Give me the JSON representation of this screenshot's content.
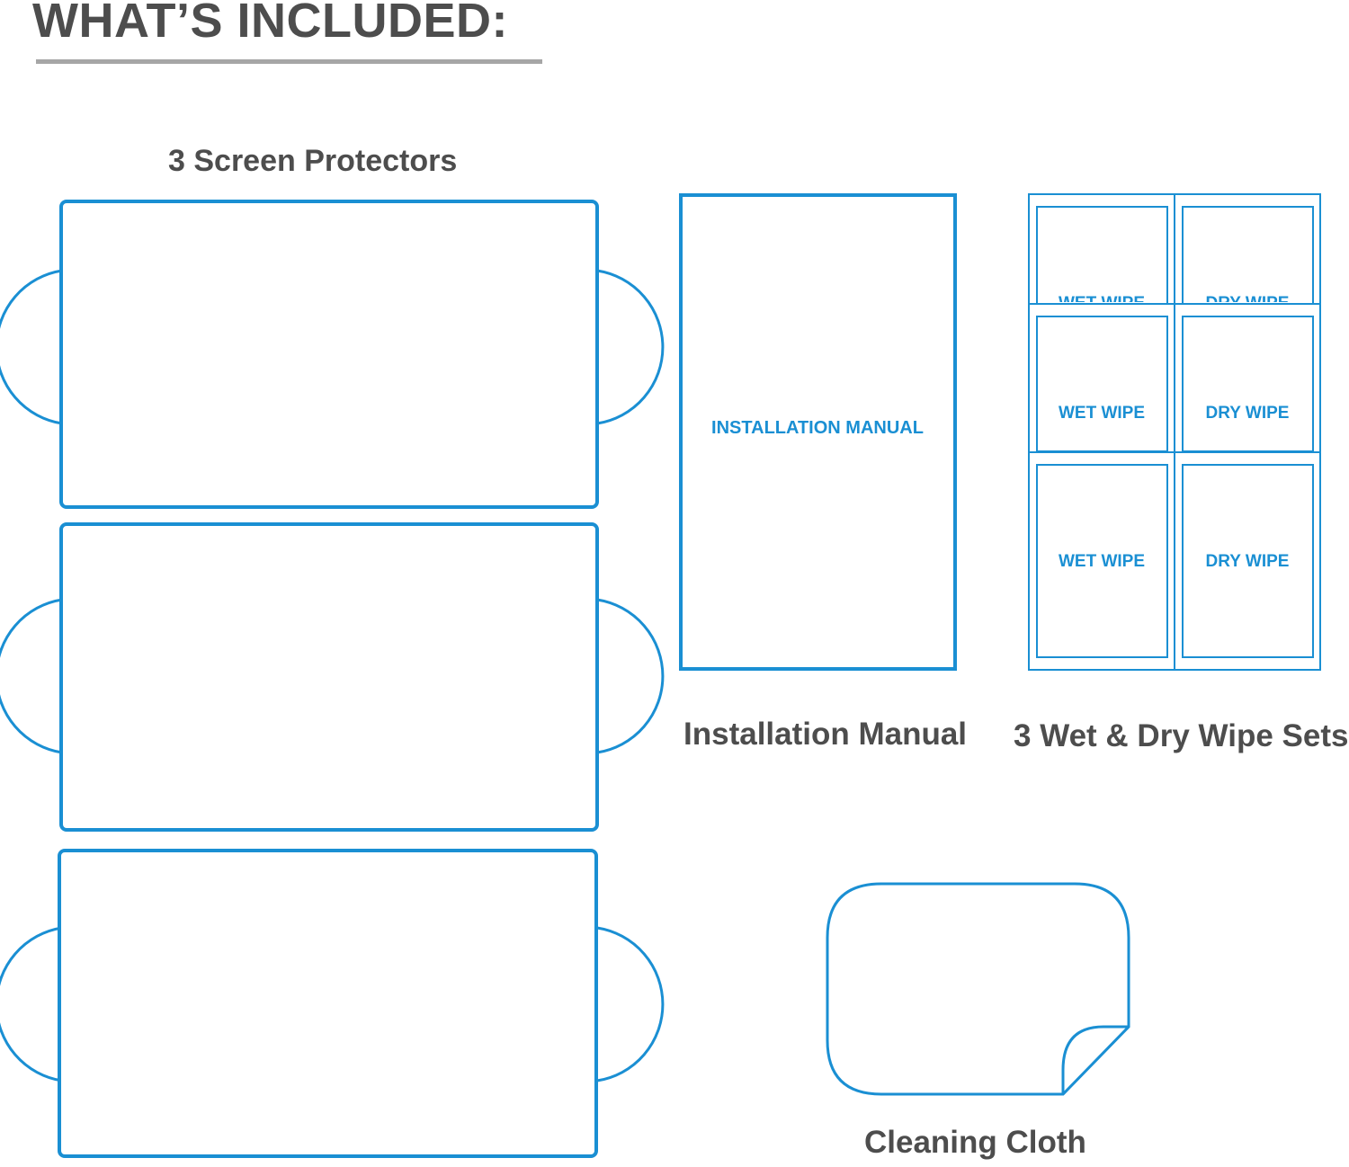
{
  "heading": "WHAT’S INCLUDED:",
  "protectors": {
    "caption": "3 Screen Protectors",
    "count": 3
  },
  "manual": {
    "caption": "Installation Manual",
    "label": "INSTALLATION MANUAL"
  },
  "wipes": {
    "caption": "3 Wet & Dry Wipe Sets",
    "wet_label": "WET WIPE",
    "dry_label": "DRY WIPE",
    "set_count": 3
  },
  "cloth": {
    "caption": "Cleaning Cloth"
  },
  "colors": {
    "accent": "#1a8fd3",
    "text": "#4d4d4d",
    "rule": "#a6a6a6"
  }
}
